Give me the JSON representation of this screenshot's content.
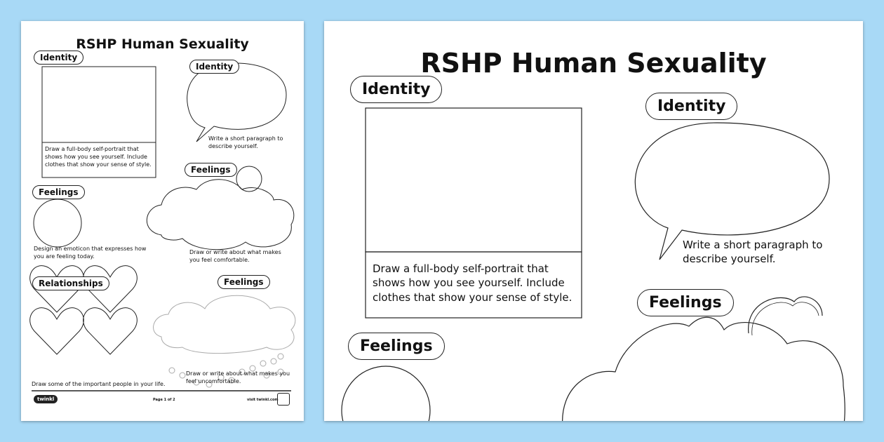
{
  "title": "RSHP Human Sexuality",
  "sections": {
    "identity_label": "Identity",
    "feelings_label": "Feelings",
    "relationships_label": "Relationships"
  },
  "captions": {
    "portrait": "Draw a full-body self-portrait that shows how you see yourself. Include clothes that show your sense of style.",
    "paragraph": "Write a short paragraph to describe yourself.",
    "emoticon": "Design an emoticon that expresses how you are feeling today.",
    "comfortable": "Draw or write about what makes you feel comfortable.",
    "people": "Draw some of the important people in your life.",
    "uncomfortable": "Draw or write about what makes you feel uncomfortable."
  },
  "footer": {
    "logo": "twinkl",
    "page": "Page 1 of 2",
    "site": "visit twinkl.com"
  }
}
